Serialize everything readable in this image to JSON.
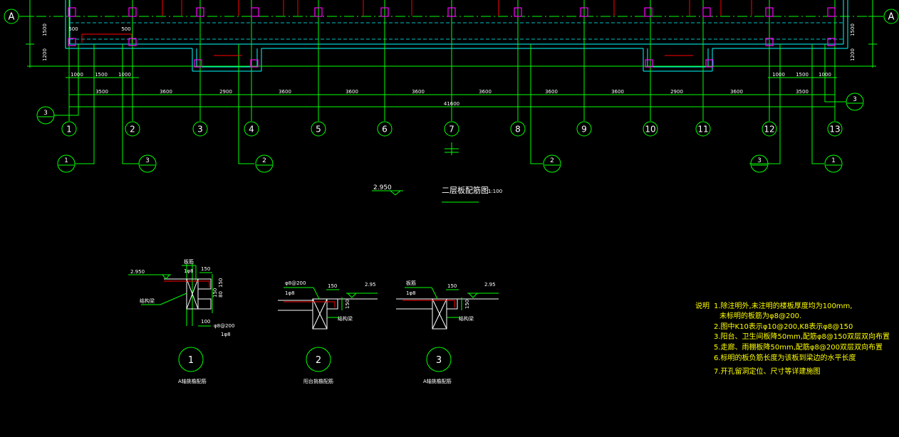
{
  "axis_row_label": "A",
  "axis_labels": [
    "1",
    "2",
    "3",
    "4",
    "5",
    "6",
    "7",
    "8",
    "9",
    "10",
    "11",
    "12",
    "13"
  ],
  "spacing_labels": [
    "3500",
    "3600",
    "2900",
    "3600",
    "3600",
    "3600",
    "3600",
    "3600",
    "3600",
    "2900",
    "3600",
    "3500"
  ],
  "total_length": "41600",
  "sub_dims_left": [
    "1000",
    "1500",
    "1000"
  ],
  "sub_dims_right": [
    "1000",
    "1500",
    "1000"
  ],
  "left_vertical_dims": [
    "1500",
    "1200"
  ],
  "top_dims": [
    "500",
    "500"
  ],
  "section_refs": {
    "left_bubble": "3",
    "right_bubble": "3",
    "bottom_row": [
      "1",
      "3",
      "2",
      "2",
      "3",
      "1"
    ]
  },
  "plan_title": "二层板配筋图",
  "plan_scale": "1:100",
  "elevation_mark": "2.950",
  "details": [
    {
      "number": "1",
      "elevation": "2.950",
      "labels": [
        "板筋",
        "1φ8",
        "结构梁",
        "φ8@200",
        "1φ8"
      ],
      "dims": [
        "150",
        "80",
        "150",
        "150",
        "100"
      ],
      "caption": "A轴挑檐配筋"
    },
    {
      "number": "2",
      "elevation": "2.95",
      "labels": [
        "φ8@200",
        "1φ8",
        "结构梁"
      ],
      "dims": [
        "150",
        "150"
      ],
      "caption": "阳台挑檐配筋"
    },
    {
      "number": "3",
      "elevation": "2.95",
      "labels": [
        "板筋",
        "1φ8",
        "结构梁"
      ],
      "dims": [
        "150",
        "150"
      ],
      "caption": "A轴挑檐配筋"
    }
  ],
  "notes_label": "说明",
  "notes": [
    "1.除注明外,未注明的楼板厚度均为100mm,",
    "未标明的板筋为φ8@200.",
    "2.图中K10表示φ10@200,K8表示φ8@150",
    "3.阳台、卫生间板降50mm,配筋φ8@150双层双向布置",
    "5.走廊、雨棚板降50mm,配筋φ8@200双层双向布置",
    "6.标明的板负筋长度为该板到梁边的水平长度",
    "7.开孔留洞定位、尺寸等详建施图"
  ],
  "colors": {
    "background": "#000000",
    "axis_green": "#00ff00",
    "wall_cyan": "#00ffff",
    "column_magenta": "#ff00ff",
    "rebar_red": "#ff0000",
    "text_white": "#ffffff",
    "note_yellow": "#ffff00"
  }
}
